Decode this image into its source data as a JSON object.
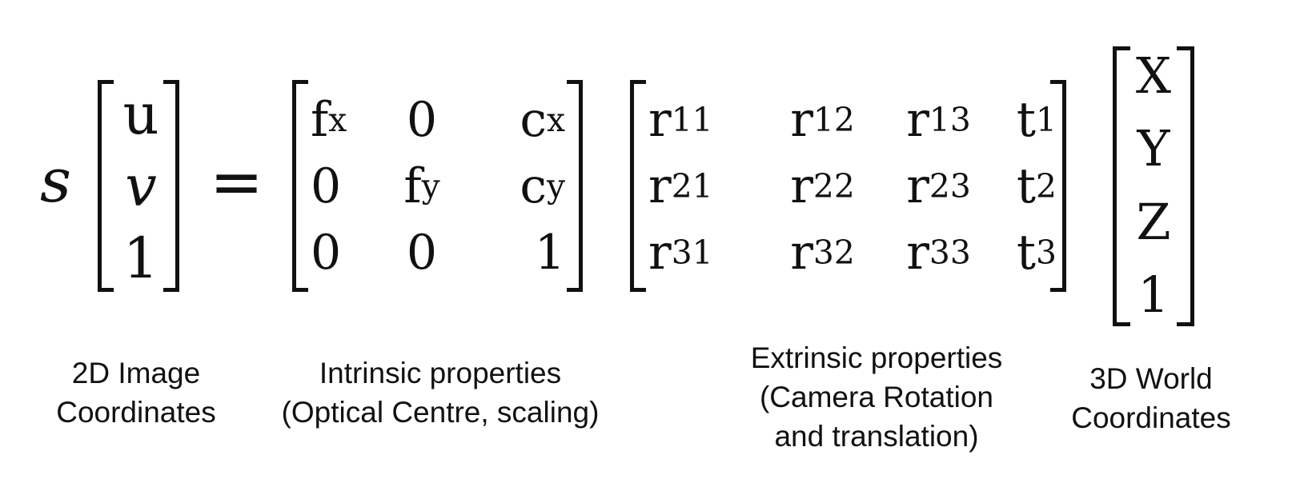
{
  "equation": {
    "scale": "s",
    "equals": "=",
    "image_vector": [
      "u",
      "v",
      "1"
    ],
    "intrinsic_matrix": [
      [
        {
          "base": "f",
          "sub": "x"
        },
        {
          "base": "0",
          "sub": ""
        },
        {
          "base": "c",
          "sub": "x"
        }
      ],
      [
        {
          "base": "0",
          "sub": ""
        },
        {
          "base": "f",
          "sub": "y"
        },
        {
          "base": "c",
          "sub": "y"
        }
      ],
      [
        {
          "base": "0",
          "sub": ""
        },
        {
          "base": "0",
          "sub": ""
        },
        {
          "base": "1",
          "sub": ""
        }
      ]
    ],
    "extrinsic_matrix": [
      [
        {
          "base": "r",
          "sub": "11"
        },
        {
          "base": "r",
          "sub": "12"
        },
        {
          "base": "r",
          "sub": "13"
        },
        {
          "base": "t",
          "sub": "1"
        }
      ],
      [
        {
          "base": "r",
          "sub": "21"
        },
        {
          "base": "r",
          "sub": "22"
        },
        {
          "base": "r",
          "sub": "23"
        },
        {
          "base": "t",
          "sub": "2"
        }
      ],
      [
        {
          "base": "r",
          "sub": "31"
        },
        {
          "base": "r",
          "sub": "32"
        },
        {
          "base": "r",
          "sub": "33"
        },
        {
          "base": "t",
          "sub": "3"
        }
      ]
    ],
    "world_vector": [
      "X",
      "Y",
      "Z",
      "1"
    ]
  },
  "labels": {
    "image_coords": [
      "2D Image",
      "Coordinates"
    ],
    "intrinsic": [
      "Intrinsic properties",
      "(Optical Centre, scaling)"
    ],
    "extrinsic": [
      "Extrinsic properties",
      "(Camera Rotation",
      "and translation)"
    ],
    "world_coords": [
      "3D World",
      "Coordinates"
    ]
  }
}
